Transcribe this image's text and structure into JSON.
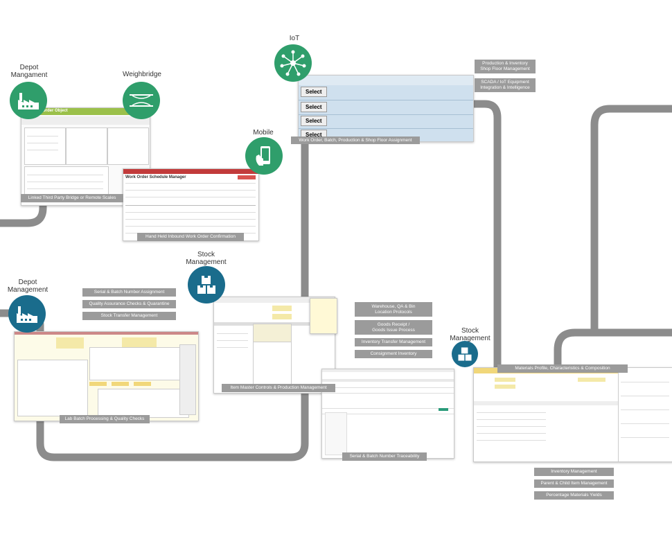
{
  "colors": {
    "road": "#8c8c8c",
    "green": "#2f9e6b",
    "blue": "#1a6c8c",
    "tag": "#9b9b9b"
  },
  "nodes": {
    "depot_top": "Depot\nMangament",
    "weighbridge": "Weighbridge",
    "iot": "IoT",
    "mobile": "Mobile",
    "stock_mid": "Stock\nManagement",
    "depot_bottom": "Depot\nManagement",
    "stock_right": "Stock\nManagement"
  },
  "icons": {
    "depot_top": "factory-icon",
    "weighbridge": "weighbridge-icon",
    "iot": "network-hub-icon",
    "mobile": "mobile-phone-icon",
    "stock_mid": "boxes-icon",
    "depot_bottom": "factory-icon",
    "stock_right": "boxes-icon"
  },
  "tags": {
    "prod_inventory": "Production & Inventory\nShop Floor Management",
    "scada": "SCADA / IoT Equipment\nIntegration & Intelligence",
    "work_order": "Work Order, Batch, Production & Shop Floor Assignment",
    "linked_bridge": "Linked Third Party Bridge or Remote Scales",
    "hand_held": "Hand Held Inbound Work Order Confirmation",
    "serial_batch_assign": "Serial & Batch Number Assignment",
    "qa_checks": "Quality Assurance Checks & Quarantine",
    "stock_transfer": "Stock Transfer Management",
    "lab_batch": "Lab Batch Processing & Quality Checks",
    "item_master": "Item Master Controls & Production Management",
    "warehouse_qa": "Warehouse, QA & Bin\nLocation Protocols",
    "goods_receipt": "Goods Receipt /\nGoods Issue Process",
    "inventory_transfer": "Inventory Transfer Management",
    "consignment": "Consignment Inventory",
    "serial_trace": "Serial & Batch Number Traceability",
    "materials_profile": "Materials Profile, Characteristics & Composition",
    "inventory_mgmt": "Inventory Management",
    "parent_child": "Parent & Child Item Management",
    "percentage_yields": "Percentage Materials Yields"
  },
  "screens": {
    "depot_form_title": "Order Object",
    "work_order_title": "Work Order Schedule Manager",
    "select_label": "Select"
  }
}
